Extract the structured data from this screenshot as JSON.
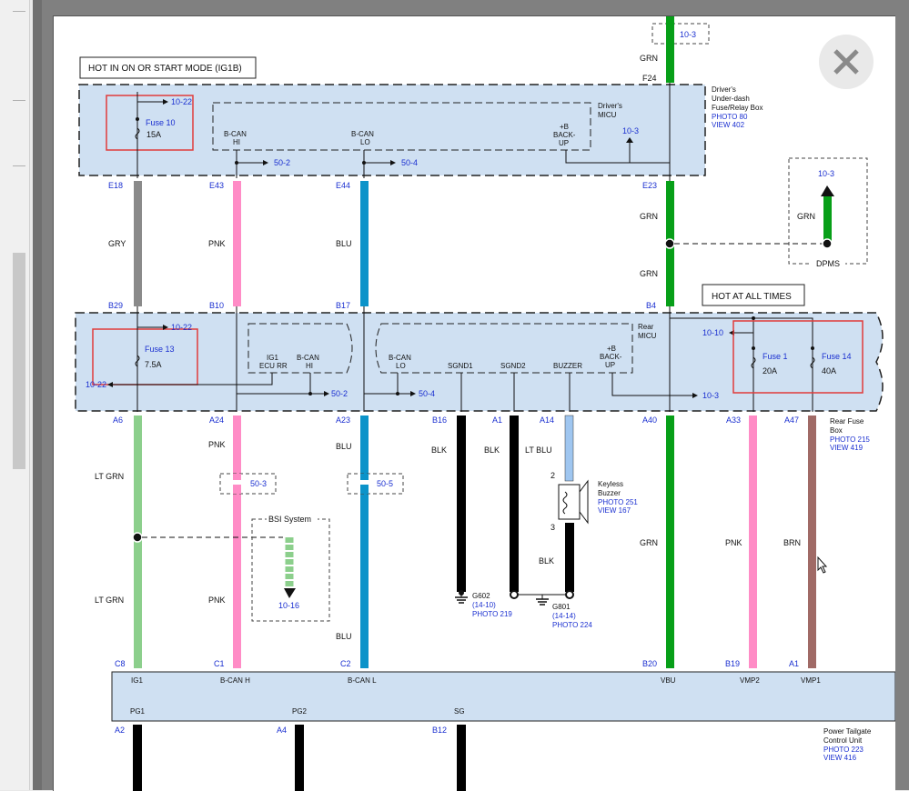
{
  "header": {
    "ig1b_label": "HOT IN ON OR START MODE (IG1B)",
    "always_label": "HOT AT ALL TIMES"
  },
  "underdash_box": {
    "title": "Driver's Under-dash Fuse/Relay Box",
    "photo": "PHOTO 80",
    "view": "VIEW 402",
    "micu": "Driver's MICU",
    "fuse_name": "Fuse 10",
    "fuse_rating": "15A",
    "fuse_ref": "10-22",
    "bcan_hi": "B-CAN HI",
    "bcan_lo": "B-CAN LO",
    "backup": "+B BACK- UP",
    "backup_ref": "10-3",
    "hi_ref": "50-2",
    "lo_ref": "50-4",
    "top_ref": "10-3"
  },
  "rear_box": {
    "title": "Rear Fuse Box",
    "photo": "PHOTO 215",
    "view": "VIEW 419",
    "micu": "Rear MICU",
    "fuse13_name": "Fuse 13",
    "fuse13_rating": "7.5A",
    "fuse13_ref_top": "10-22",
    "fuse13_ref_left": "10-22",
    "ig1_ecurr": "IG1 ECU RR",
    "bcan_hi": "B-CAN HI",
    "bcan_lo": "B-CAN LO",
    "sgnd1": "SGND1",
    "sgnd2": "SGND2",
    "buzzer": "BUZZER",
    "backup": "+B BACK- UP",
    "hi_ref": "50-2",
    "lo_ref": "50-4",
    "backup_ref": "10-3",
    "fuse1_name": "Fuse 1",
    "fuse1_rating": "20A",
    "fuse14_name": "Fuse 14",
    "fuse14_rating": "40A",
    "fuse_ref": "10-10"
  },
  "dpms": {
    "label": "DPMS",
    "ref": "10-3",
    "wire": "GRN"
  },
  "bsi": {
    "label": "BSI System",
    "ref": "10-16"
  },
  "wires": {
    "gry": "GRY",
    "pnk": "PNK",
    "blu": "BLU",
    "grn": "GRN",
    "ltgrn": "LT GRN",
    "blk": "BLK",
    "ltblu": "LT BLU",
    "brn": "BRN",
    "pins_top": [
      "E18",
      "E43",
      "E44",
      "F24",
      "E23"
    ],
    "pins_mid": [
      "B29",
      "B10",
      "B17",
      "B4"
    ],
    "pins_low": [
      "A6",
      "A24",
      "A23",
      "B16",
      "A1",
      "A14",
      "A40",
      "A33",
      "A47"
    ],
    "pins_ptcu": [
      "C8",
      "C1",
      "C2",
      "B20",
      "B19",
      "A1"
    ],
    "pins_bottom": [
      "A2",
      "A4",
      "B12"
    ]
  },
  "connectors": {
    "bcan_hi_ref": "50-3",
    "bcan_lo_ref": "50-5"
  },
  "buzzer": {
    "title": "Keyless Buzzer",
    "photo": "PHOTO 251",
    "view": "VIEW 167",
    "pin_top": "2",
    "pin_bottom": "3"
  },
  "grounds": {
    "g602": "G602",
    "g602_ref": "(14-10)",
    "g602_photo": "PHOTO 219",
    "g801": "G801",
    "g801_ref": "(14-14)",
    "g801_photo": "PHOTO 224"
  },
  "ptcu": {
    "title": "Power Tailgate Control Unit",
    "photo": "PHOTO 223",
    "view": "VIEW 416",
    "ig1": "IG1",
    "bcan_h": "B-CAN H",
    "bcan_l": "B-CAN L",
    "vbu": "VBU",
    "vmp2": "VMP2",
    "vmp1": "VMP1",
    "pg1": "PG1",
    "pg2": "PG2",
    "sg": "SG"
  },
  "colors": {
    "panel_blue": "#cfe0f2",
    "highlight": "#e03b3b",
    "link": "#1a2fd0",
    "gry": "#8a8a8a",
    "pnk": "#ff8cc6",
    "blu": "#0b93c9",
    "grn": "#079f18",
    "ltgrn": "#8ccf8c",
    "ltblu": "#9fc6f0",
    "brn": "#a06a66",
    "blk": "#000000"
  }
}
